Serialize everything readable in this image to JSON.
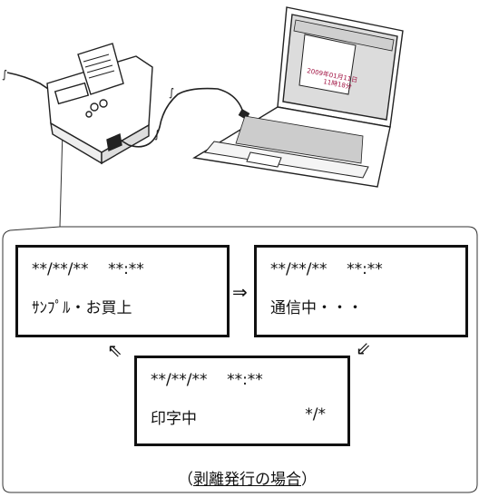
{
  "displays": {
    "sample": {
      "line1": "**/**/**    **:**",
      "line2": "ｻﾝﾌﾟﾙ・お買上"
    },
    "comm": {
      "line1": "**/**/**    **:**",
      "line2": "通信中・・・"
    },
    "print": {
      "line1": "**/**/**    **:**",
      "line2": "印字中",
      "count": "*/*"
    }
  },
  "arrows": {
    "right": "⇒",
    "down_left": "⇙",
    "up_left": "⇖"
  },
  "caption": {
    "open": "（",
    "text": "剥離発行の場合",
    "close": "）"
  },
  "screen_label": {
    "line1": "2009年01月11日",
    "line2": "11時18分"
  }
}
